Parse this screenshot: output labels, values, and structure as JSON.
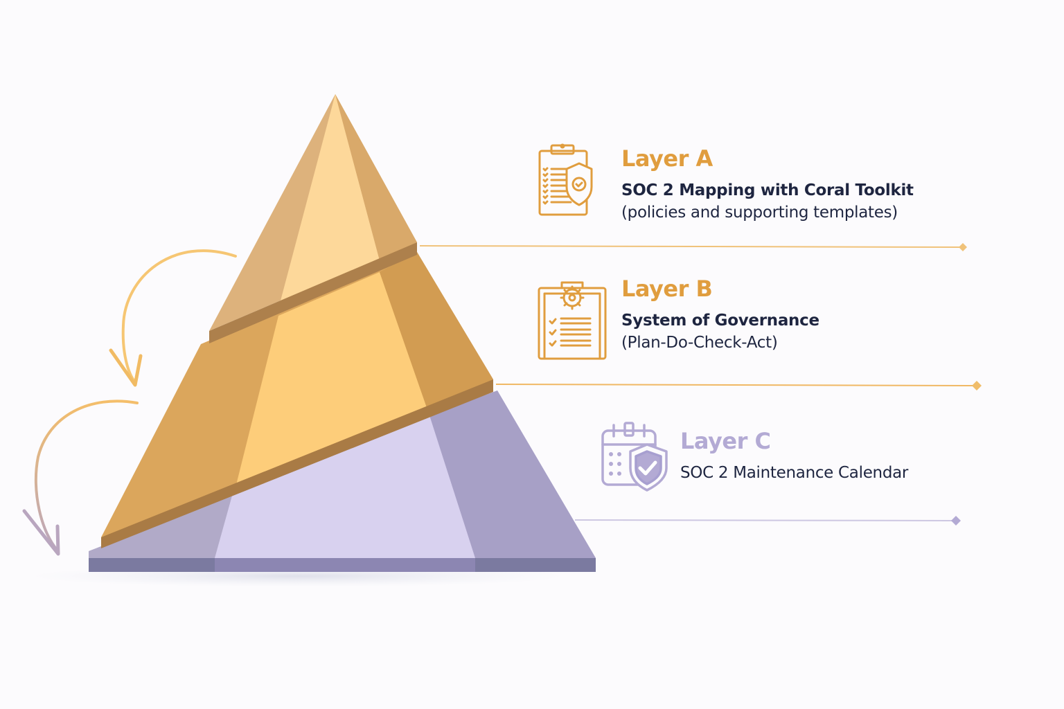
{
  "colors": {
    "background": "#fcfbfd",
    "gold": "#e09d3e",
    "gold_light": "#fdd089",
    "gold_mid": "#dba65c",
    "gold_dark": "#a97b45",
    "lavender": "#b3aad4",
    "lavender_light": "#d8d1ef",
    "lavender_dark": "#8a84ae",
    "text_dark": "#1e2540"
  },
  "diagram": {
    "type": "layered-pyramid",
    "layers": [
      {
        "id": "A",
        "title": "Layer A",
        "subtitle": "SOC 2 Mapping with Coral Toolkit",
        "description": "(policies and supporting templates)",
        "icon": "clipboard-shield-icon",
        "color": "#e09d3e"
      },
      {
        "id": "B",
        "title": "Layer B",
        "subtitle": "System of Governance",
        "description": "(Plan-Do-Check-Act)",
        "icon": "clipboard-gear-icon",
        "color": "#e09d3e"
      },
      {
        "id": "C",
        "title": "Layer C",
        "subtitle": "SOC 2 Maintenance Calendar",
        "icon": "calendar-shield-icon",
        "color": "#b3aad4"
      }
    ],
    "arrows": [
      "curved-arrow-upper",
      "curved-arrow-lower"
    ]
  }
}
